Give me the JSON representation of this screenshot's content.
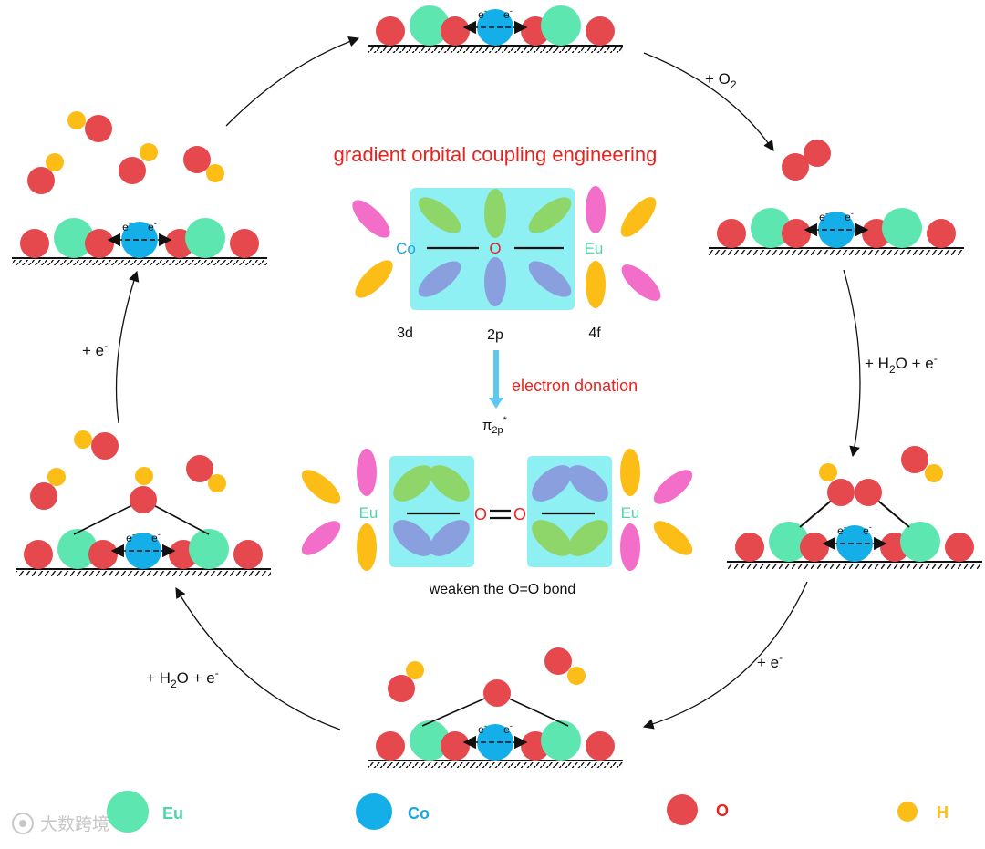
{
  "title": "gradient orbital coupling engineering",
  "orbital_labels": {
    "co": "Co",
    "o": "O",
    "eu": "Eu",
    "d3": "3d",
    "p2": "2p",
    "f4": "4f"
  },
  "donation": {
    "label": "electron donation",
    "pi_main": "π",
    "pi_sub": "2p",
    "pi_sup": "*"
  },
  "bottom_orbital": {
    "eu_left": "Eu",
    "eu_right": "Eu",
    "o_left": "O",
    "o_right": "O",
    "caption": "weaken the O=O bond"
  },
  "electron": {
    "base": "e",
    "sup": "-"
  },
  "steps": {
    "o2": {
      "prefix": "+ O",
      "sub": "2"
    },
    "h2o_right": {
      "prefix": "+ H",
      "sub": "2",
      "suffix": "O + e",
      "sup": "-"
    },
    "e_bottom_right": {
      "prefix": "+ e",
      "sup": "-"
    },
    "h2o_left": {
      "prefix": "+ H",
      "sub": "2",
      "suffix": "O + e",
      "sup": "-"
    },
    "e_left": {
      "prefix": "+ e",
      "sup": "-"
    }
  },
  "legend": [
    {
      "label": "Eu",
      "color": "#5ee6b0"
    },
    {
      "label": "Co",
      "color": "#14aee8"
    },
    {
      "label": "O",
      "color": "#e5484d"
    },
    {
      "label": "H",
      "color": "#fbbd16"
    }
  ],
  "watermark": "大数跨境",
  "colors": {
    "eu": "#5ee6b0",
    "co": "#14aee8",
    "o": "#e5484d",
    "h": "#fbbd16",
    "title_red": "#e8231f",
    "eu_text": "#4fd4a8",
    "co_text": "#1fa6e0",
    "orb_bg": "#8ff0f3",
    "orb_green": "#8ed66a",
    "orb_blue": "#8a9fde",
    "orb_pink": "#f26ec8",
    "orb_yellow": "#fbbd16"
  }
}
